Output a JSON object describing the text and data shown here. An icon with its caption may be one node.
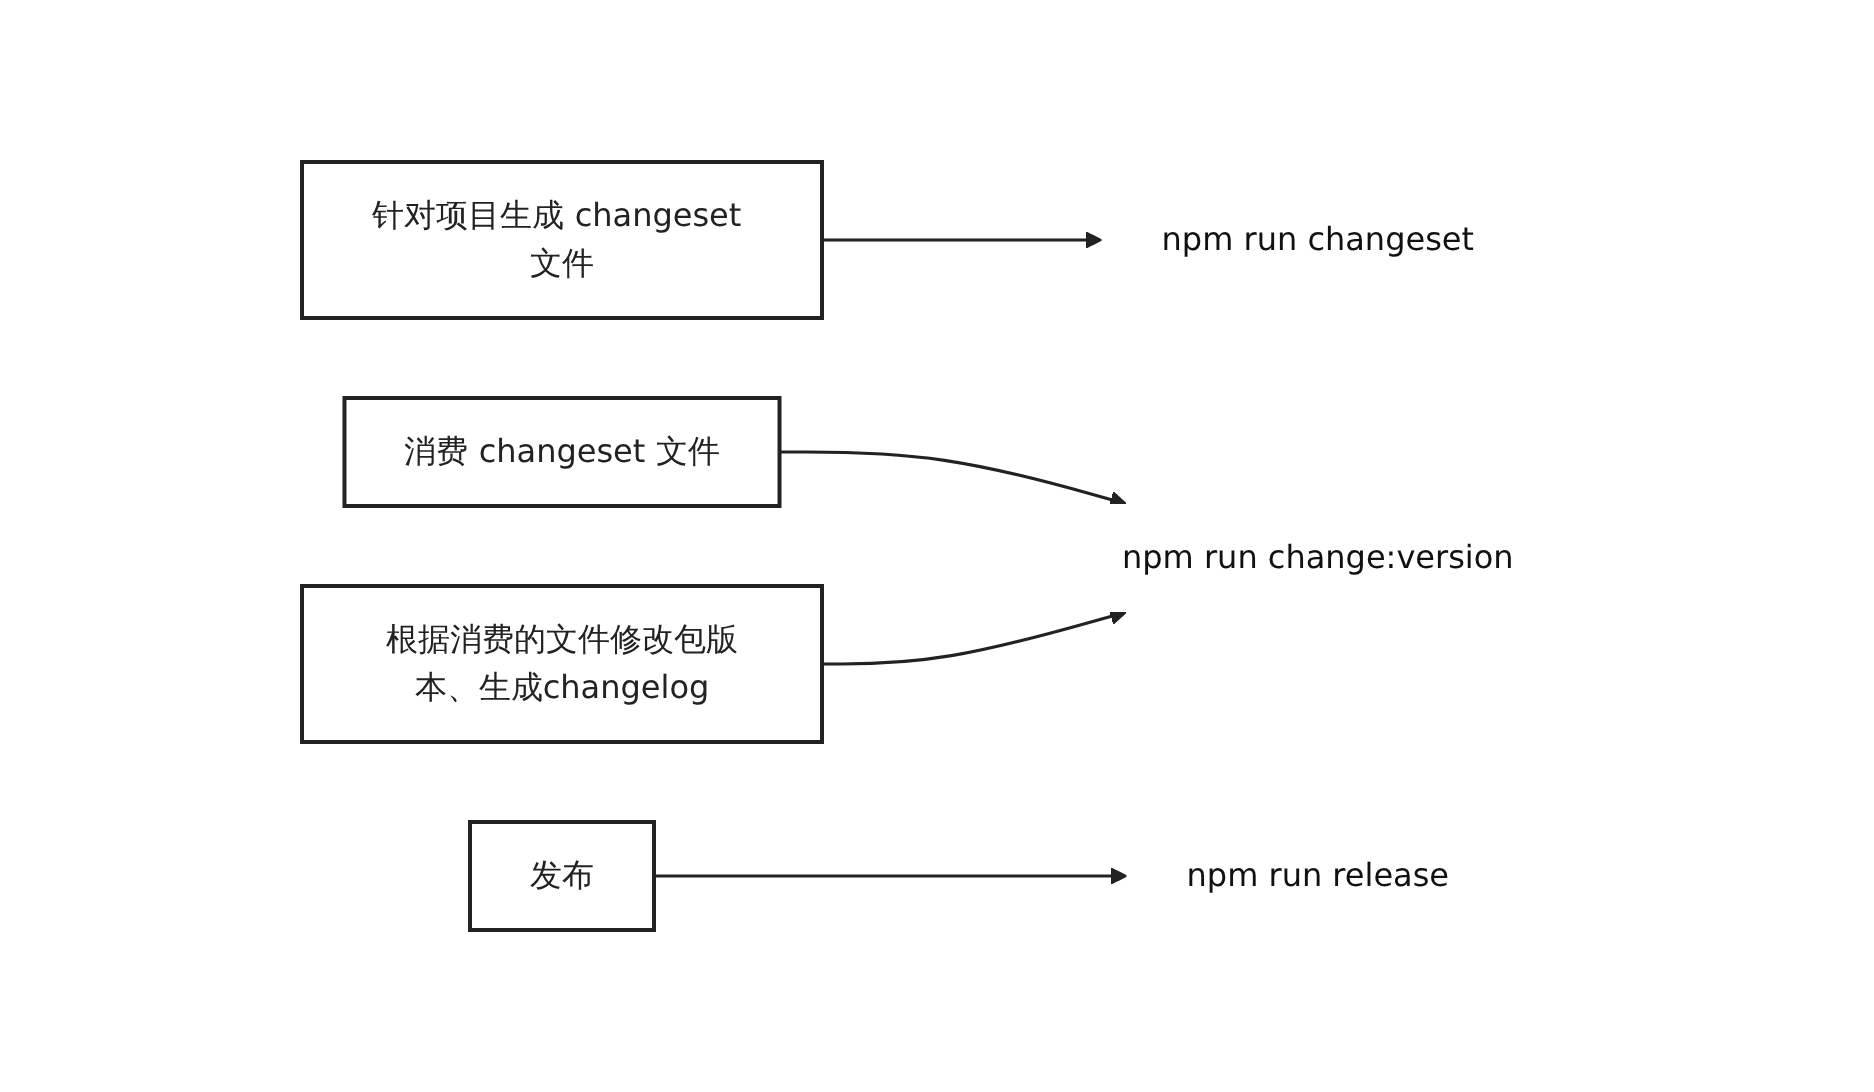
{
  "diagram": {
    "nodes": [
      {
        "text": [
          "针对项目生成 changeset 文件"
        ]
      },
      {
        "text": [
          "npm run changeset"
        ]
      },
      {
        "text": [
          "消费 changeset 文件"
        ]
      },
      {
        "text": [
          "根据消费的文件修改包版本、生成changelog"
        ]
      },
      {
        "text": [
          "npm run change:version"
        ]
      },
      {
        "text": [
          "发布"
        ]
      },
      {
        "text": [
          "npm run release"
        ]
      }
    ],
    "edges": [
      {
        "from": 0,
        "to": 1,
        "arrow": "to"
      },
      {
        "from": 2,
        "to": 4,
        "arrow": "to"
      },
      {
        "from": 3,
        "to": 4,
        "arrow": "to"
      },
      {
        "from": 5,
        "to": 6,
        "arrow": "to"
      }
    ]
  }
}
